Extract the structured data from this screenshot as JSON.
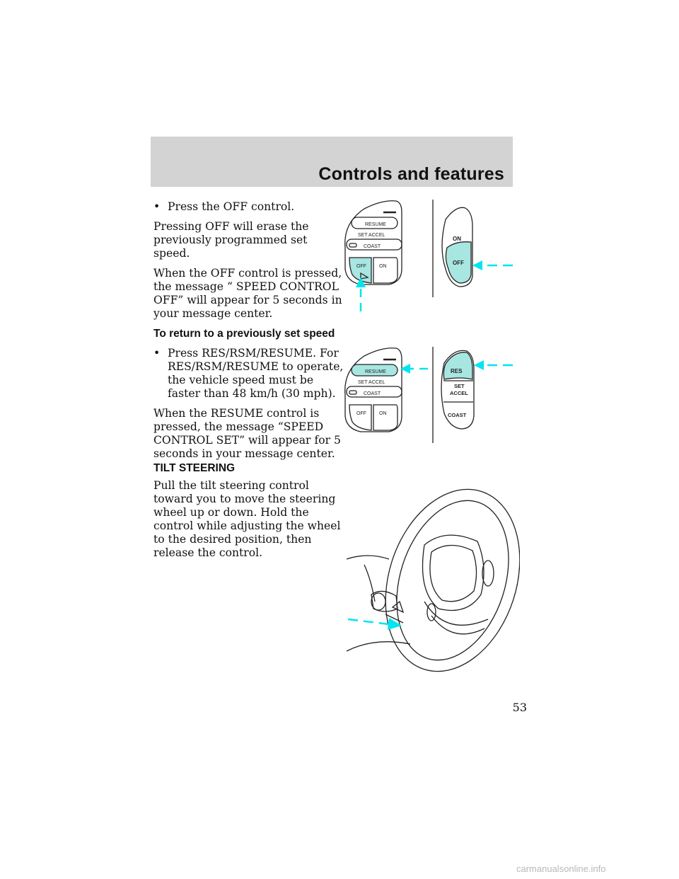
{
  "header": {
    "title": "Controls and features"
  },
  "section1": {
    "bullet_symbol": "•",
    "bullet": "Press the OFF control.",
    "para1": "Pressing OFF will erase the previously programmed set speed.",
    "para2": "When the OFF control is pressed, the message “ SPEED CONTROL OFF” will appear for 5 seconds in your message center."
  },
  "section2": {
    "heading": "To return to a previously set speed",
    "bullet_symbol": "•",
    "bullet": "Press RES/RSM/RESUME. For RES/RSM/RESUME to operate, the vehicle speed must be faster than 48 km/h (30 mph).",
    "para1": "When the RESUME control is pressed, the message “SPEED CONTROL SET” will appear for 5 seconds in your message center."
  },
  "section3": {
    "heading": "TILT STEERING",
    "para1": "Pull the tilt steering control toward you to move the steering wheel up or down. Hold the control while adjusting the wheel to the desired position, then release the control."
  },
  "figure1": {
    "left_pad": {
      "resume": "RESUME",
      "set_accel": "SET ACCEL",
      "coast": "COAST",
      "off": "OFF",
      "on": "ON"
    },
    "right_pad": {
      "on": "ON",
      "off": "OFF"
    }
  },
  "figure2": {
    "left_pad": {
      "resume": "RESUME",
      "set_accel": "SET ACCEL",
      "coast": "COAST",
      "off": "OFF",
      "on": "ON"
    },
    "right_pad": {
      "res": "RES",
      "set": "SET",
      "accel": "ACCEL",
      "coast": "COAST"
    }
  },
  "colors": {
    "highlight": "#a8e6e2",
    "callout": "#00e5f0",
    "header_bg": "#d3d3d3"
  },
  "page_number": "53",
  "watermark": "carmanualsonline.info"
}
